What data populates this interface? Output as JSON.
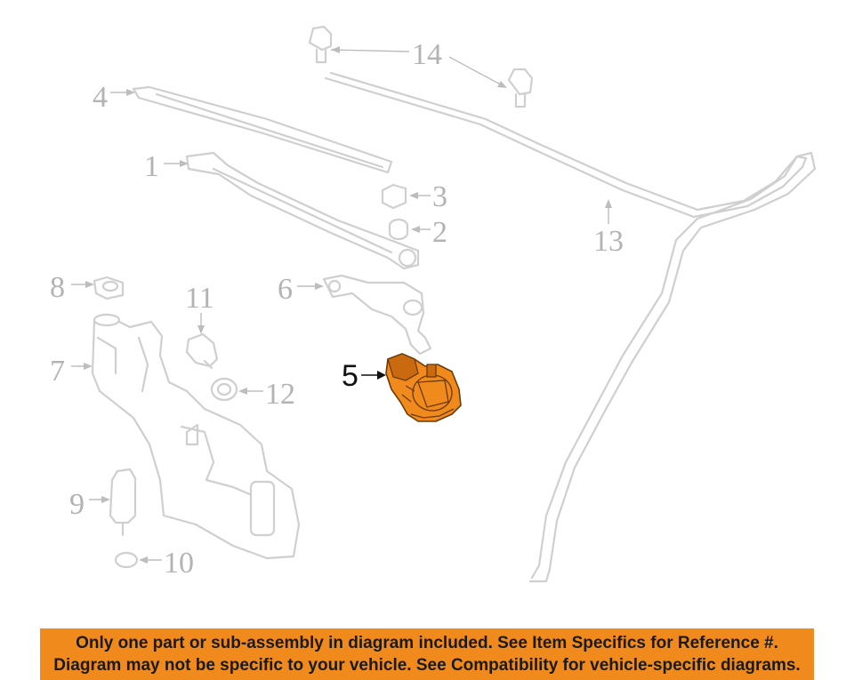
{
  "callouts": {
    "c1": "1",
    "c2": "2",
    "c3": "3",
    "c4": "4",
    "c5": "5",
    "c6": "6",
    "c7": "7",
    "c8": "8",
    "c9": "9",
    "c10": "10",
    "c11": "11",
    "c12": "12",
    "c13": "13",
    "c14": "14"
  },
  "highlighted_part": "5",
  "colors": {
    "highlight": "#f08a1c",
    "parts_gray": "#cfcfcf",
    "label_gray": "#b3b3b3",
    "banner": "#f08a1c"
  },
  "banner": {
    "line1": "Only one part or sub-assembly in diagram included. See Item Specifics for Reference #.",
    "line2": "Diagram may not be specific to your vehicle. See Compatibility for vehicle-specific diagrams."
  }
}
